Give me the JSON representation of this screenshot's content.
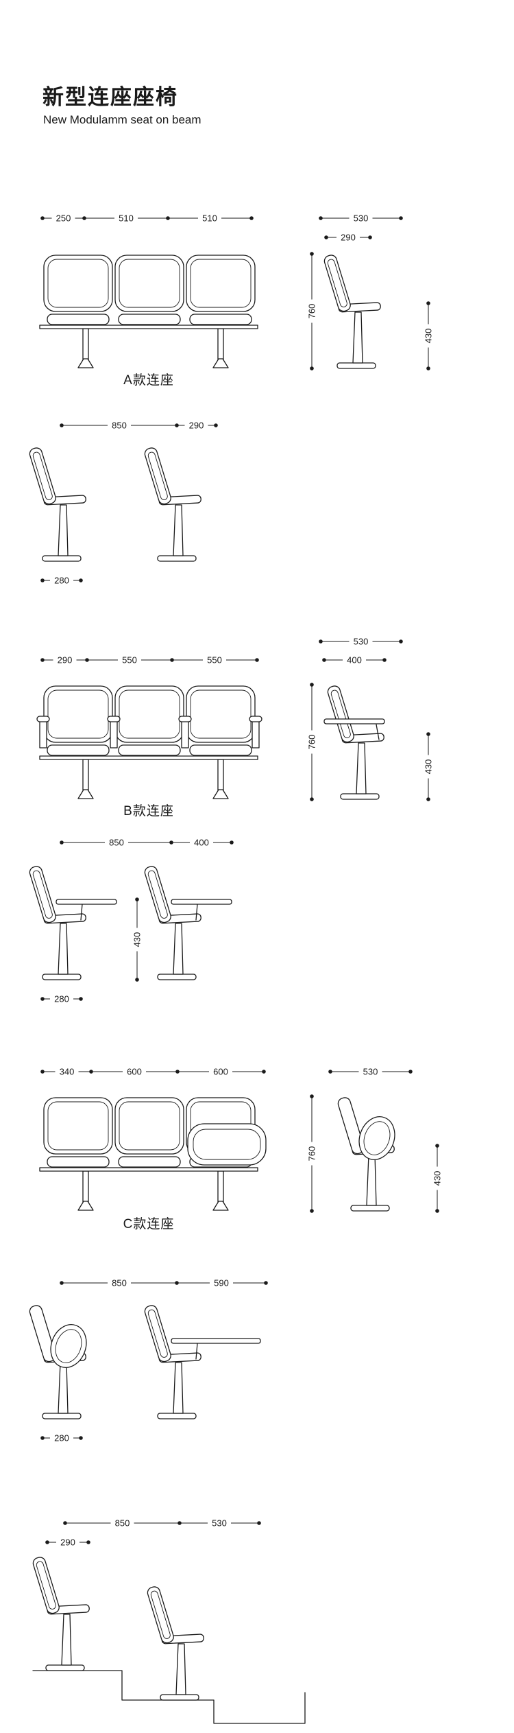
{
  "header": {
    "title": "新型连座座椅",
    "subtitle": "New Modulamm seat on beam"
  },
  "model_a": {
    "label": "A款连座",
    "front_dims": [
      "250",
      "510",
      "510"
    ],
    "side_width": "530",
    "side_seat_depth": "290",
    "overall_height": "760",
    "seat_height": "430",
    "pair_spacing": "850",
    "pair_offset": "290",
    "foot_width": "280"
  },
  "model_b": {
    "label": "B款连座",
    "front_dims": [
      "290",
      "550",
      "550"
    ],
    "side_width": "530",
    "tablet_width": "400",
    "overall_height": "760",
    "seat_height": "430",
    "pair_spacing": "850",
    "pair_offset": "400",
    "tablet_height": "430",
    "foot_width": "280"
  },
  "model_c": {
    "label": "C款连座",
    "front_dims": [
      "340",
      "600",
      "600"
    ],
    "side_width": "530",
    "overall_height": "760",
    "seat_height": "430",
    "pair_spacing": "850",
    "pair_offset": "590",
    "foot_width": "280"
  },
  "stepped": {
    "row_spacing": "850",
    "side_width": "530",
    "seat_depth": "290"
  },
  "colors": {
    "line": "#1a1a1a",
    "background": "#ffffff"
  }
}
